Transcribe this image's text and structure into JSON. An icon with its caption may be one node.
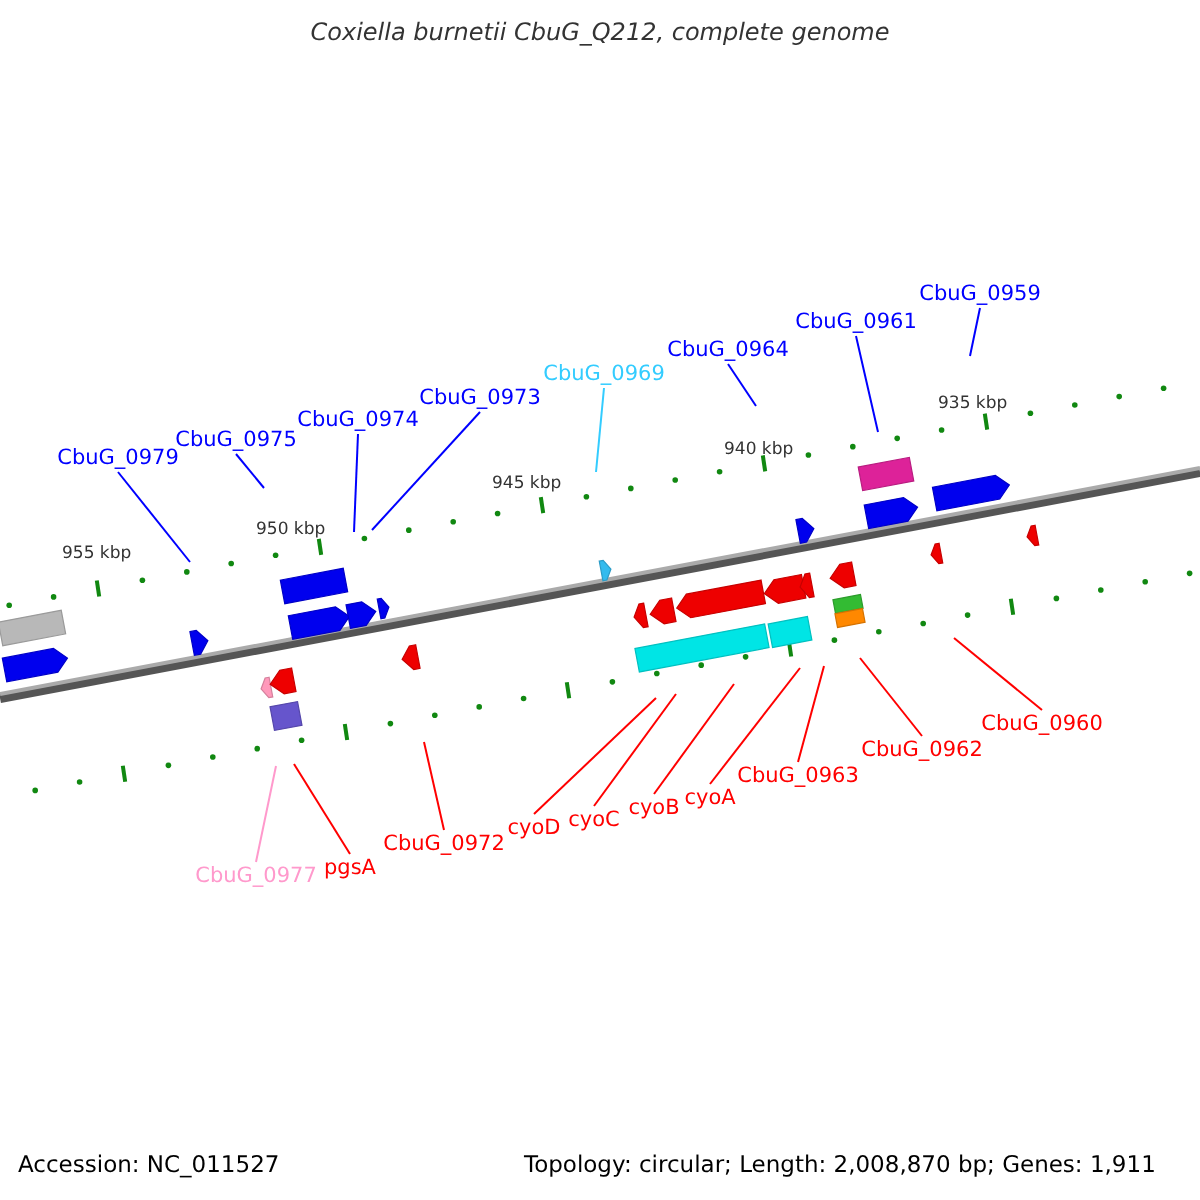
{
  "diagram": {
    "title": "Coxiella burnetii CbuG_Q212, complete genome",
    "nodes": [
      {
        "text": [
          "CbuG_0979"
        ]
      },
      {
        "text": [
          "CbuG_0975"
        ]
      },
      {
        "text": [
          "CbuG_0974"
        ]
      },
      {
        "text": [
          "CbuG_0973"
        ]
      },
      {
        "text": [
          "CbuG_0969"
        ]
      },
      {
        "text": [
          "CbuG_0964"
        ]
      },
      {
        "text": [
          "CbuG_0961"
        ]
      },
      {
        "text": [
          "CbuG_0959"
        ]
      },
      {
        "text": [
          "CbuG_0977"
        ]
      },
      {
        "text": [
          "pgsA"
        ]
      },
      {
        "text": [
          "CbuG_0972"
        ]
      },
      {
        "text": [
          "cyoD"
        ]
      },
      {
        "text": [
          "cyoC"
        ]
      },
      {
        "text": [
          "cyoB"
        ]
      },
      {
        "text": [
          "cyoA"
        ]
      },
      {
        "text": [
          "CbuG_0963"
        ]
      },
      {
        "text": [
          "CbuG_0962"
        ]
      },
      {
        "text": [
          "CbuG_0960"
        ]
      }
    ],
    "edges": [
      {
        "from": 0,
        "to": null,
        "arrow": "none",
        "color": "#0000ff"
      },
      {
        "from": 1,
        "to": null,
        "arrow": "none",
        "color": "#0000ff"
      },
      {
        "from": 2,
        "to": null,
        "arrow": "none",
        "color": "#0000ff"
      },
      {
        "from": 3,
        "to": null,
        "arrow": "none",
        "color": "#0000ff"
      },
      {
        "from": 4,
        "to": null,
        "arrow": "none",
        "color": "#33ccff"
      },
      {
        "from": 5,
        "to": null,
        "arrow": "none",
        "color": "#0000ff"
      },
      {
        "from": 6,
        "to": null,
        "arrow": "none",
        "color": "#0000ff"
      },
      {
        "from": 7,
        "to": null,
        "arrow": "none",
        "color": "#0000ff"
      },
      {
        "from": 8,
        "to": null,
        "arrow": "none",
        "color": "#ff99cc"
      },
      {
        "from": 9,
        "to": null,
        "arrow": "none"
      },
      {
        "from": 10,
        "to": null,
        "arrow": "none"
      },
      {
        "from": 11,
        "to": null,
        "arrow": "none"
      },
      {
        "from": 12,
        "to": null,
        "arrow": "none"
      },
      {
        "from": 13,
        "to": null,
        "arrow": "none"
      },
      {
        "from": 14,
        "to": null,
        "arrow": "none"
      },
      {
        "from": 15,
        "to": null,
        "arrow": "none"
      },
      {
        "from": 16,
        "to": null,
        "arrow": "none"
      },
      {
        "from": 17,
        "to": null,
        "arrow": "none"
      }
    ],
    "labels": [
      "955 kbp",
      "950 kbp",
      "945 kbp",
      "940 kbp",
      "935 kbp",
      "Accession: NC_011527",
      "Topology: circular; Length: 2,008,870 bp; Genes: 1,911"
    ]
  }
}
